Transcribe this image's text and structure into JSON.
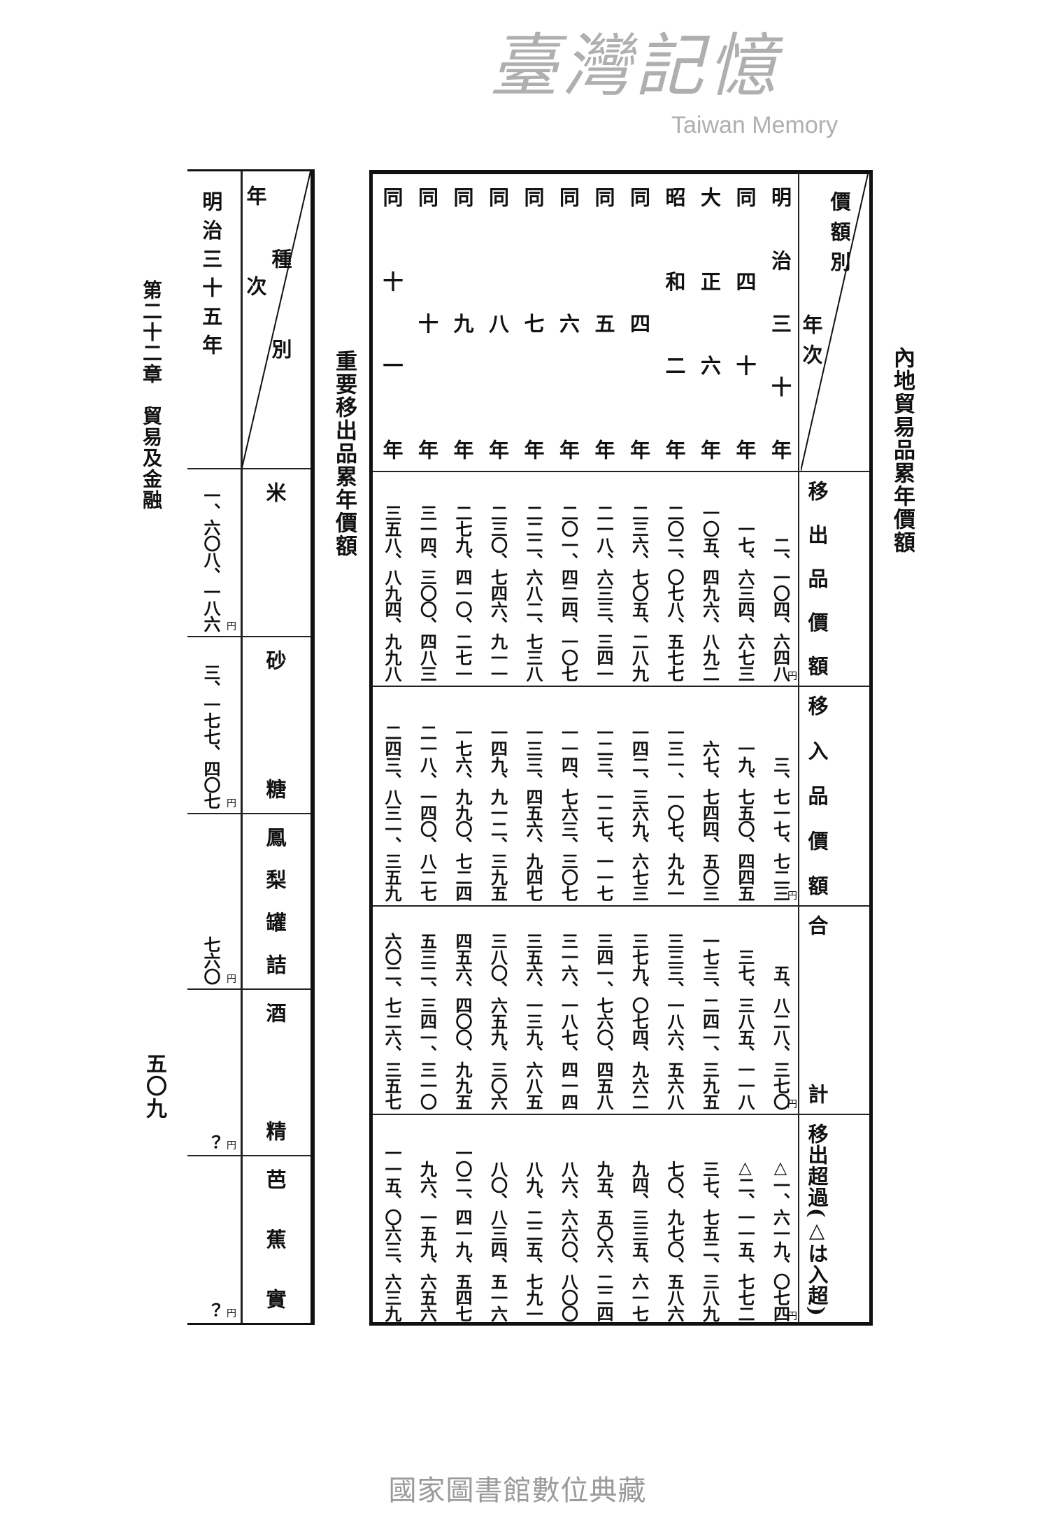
{
  "chapter": "第二十二章　貿易及金融",
  "page_number": "五〇九",
  "main_table": {
    "title": "內地貿易品累年價額",
    "corner_top": "價額別",
    "corner_bottom": "年次",
    "columns": [
      "移出品價額",
      "移入品價額",
      "合計",
      "移出超過(△は入超)"
    ],
    "unit": "円",
    "rows": [
      {
        "year": "明治三十年",
        "values": [
          "二、一〇四、六四八",
          "三、七一七、七二三",
          "五、八二八、三七〇",
          "△一、六一九、〇七四"
        ]
      },
      {
        "year": "同四十年",
        "values": [
          "一七、六三四、六七三",
          "一九、七五〇、四四五",
          "三七、三八五、一一八",
          "△二、一一五、七七二"
        ]
      },
      {
        "year": "大正六年",
        "values": [
          "一〇五、四九六、八九二",
          "六七、七四四、五〇三",
          "一七三、二四一、三九五",
          "三七、七五二、三八九"
        ]
      },
      {
        "year": "昭和二年",
        "values": [
          "二〇二、〇七八、五七七",
          "一三一、一〇七、九九一",
          "三三三、一八六、五六八",
          "七〇、九七〇、五八六"
        ]
      },
      {
        "year": "同四年",
        "values": [
          "二三六、七〇五、二八九",
          "一四二、三六九、六七三",
          "三七九、〇七四、九六二",
          "九四、三三五、六一七"
        ]
      },
      {
        "year": "同五年",
        "values": [
          "二一八、六三三、三四一",
          "一二三、一二七、一一七",
          "三四一、七六〇、四五八",
          "九五、五〇六、二二四"
        ]
      },
      {
        "year": "同六年",
        "values": [
          "二〇一、四二四、一〇七",
          "一一四、七六三、三〇七",
          "三一六、一八七、四一四",
          "八六、六六〇、八〇〇"
        ]
      },
      {
        "year": "同七年",
        "values": [
          "二二二、六八二、七三八",
          "一三三、四五六、九四七",
          "三五六、一三九、六八五",
          "八九、二二五、七九一"
        ]
      },
      {
        "year": "同八年",
        "values": [
          "二三〇、七四六、九一一",
          "一四九、九一二、三九五",
          "三八〇、六五九、三〇六",
          "八〇、八三四、五一六"
        ]
      },
      {
        "year": "同九年",
        "values": [
          "二七九、四一〇、二七一",
          "一七六、九九〇、七二四",
          "四五六、四〇〇、九九五",
          "一〇二、四一九、五四七"
        ]
      },
      {
        "year": "同十年",
        "values": [
          "三一四、三〇〇、四八三",
          "二一八、一四〇、八二七",
          "五三二、三四一、三一〇",
          "九六、一五九、六五六"
        ]
      },
      {
        "year": "同十一年",
        "values": [
          "三五八、八九四、九九八",
          "二四三、八三一、三五九",
          "六〇二、七二六、三五七",
          "一一五、〇六三、六三九"
        ]
      }
    ]
  },
  "sub_table": {
    "title": "重要移出品累年價額",
    "corner_top": "種別",
    "corner_bottom": "年次",
    "year": "明治三十五年",
    "unit": "円",
    "items": [
      {
        "label": "米",
        "value": "一、六〇八、一八六"
      },
      {
        "label": "砂糖",
        "value": "三、一七七、四〇七"
      },
      {
        "label": "鳳梨罐詰",
        "value": "七六〇"
      },
      {
        "label": "酒精",
        "value": "？"
      },
      {
        "label": "芭蕉實",
        "value": "？"
      }
    ]
  },
  "watermark": {
    "text": "臺灣記憶",
    "latin": "Taiwan Memory"
  },
  "footer": "國家圖書館數位典藏"
}
